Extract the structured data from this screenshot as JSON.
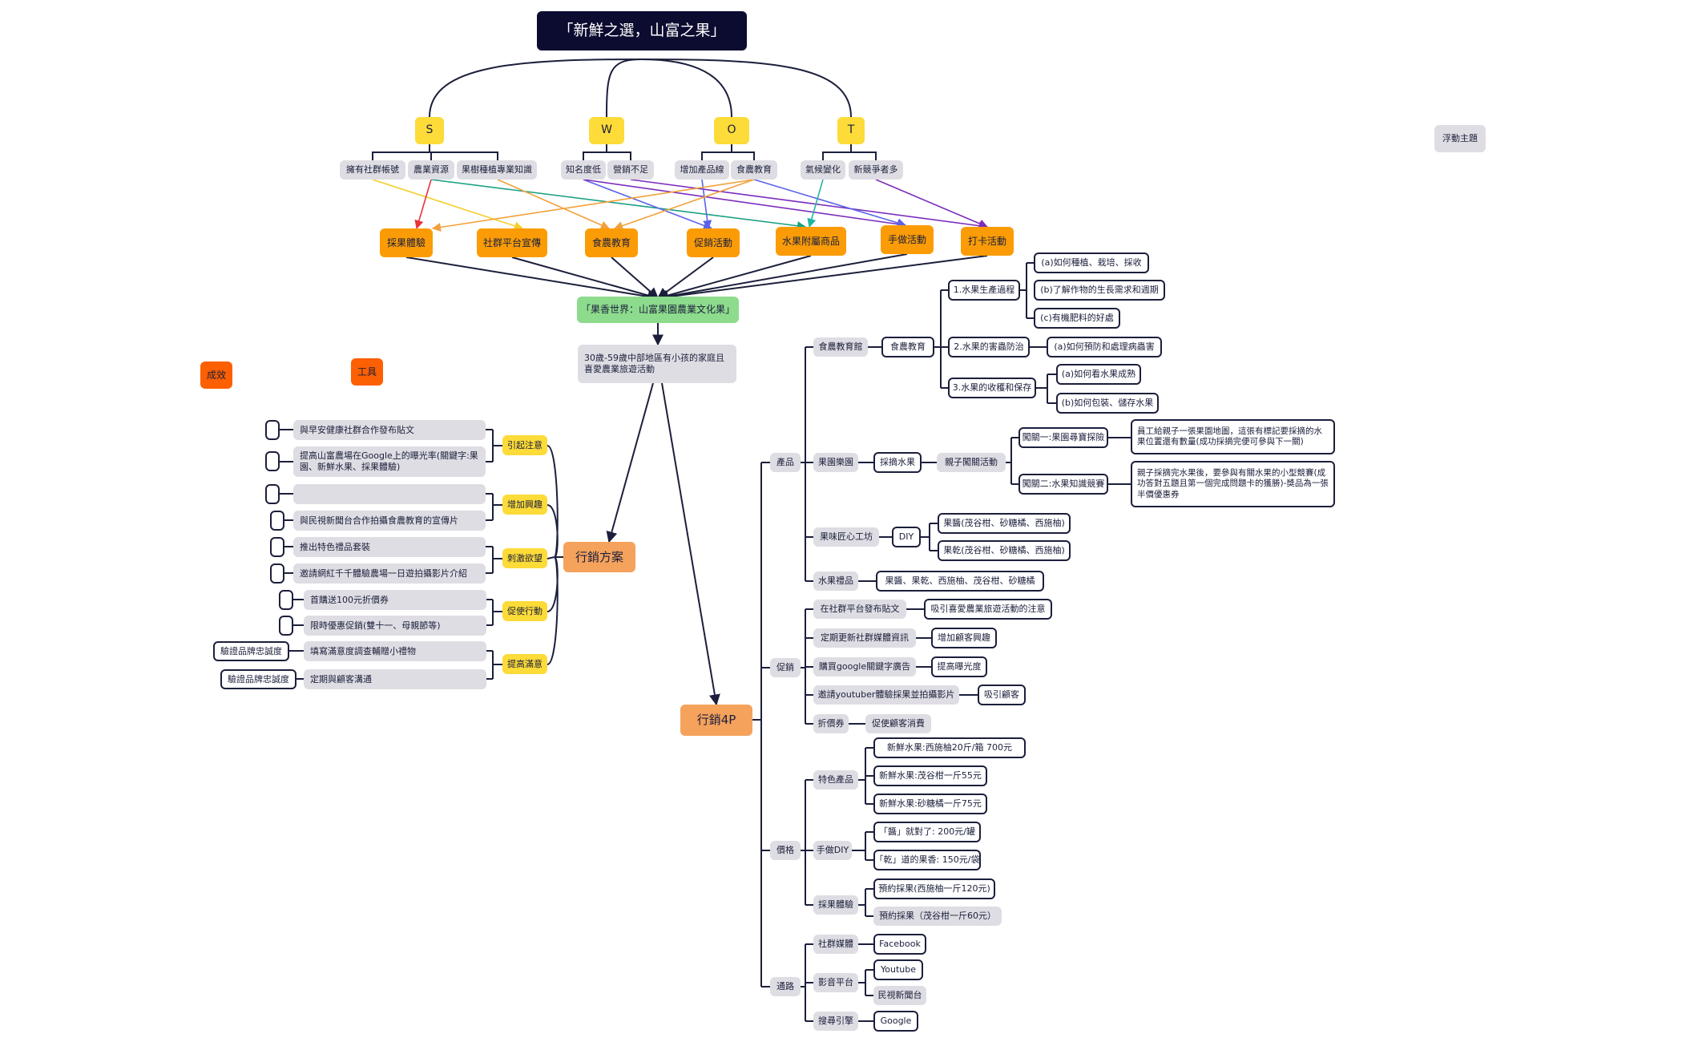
{
  "title": "「新鮮之選，山富之果」",
  "floating_topic": "浮動主題",
  "swot": {
    "s": {
      "label": "S",
      "items": [
        "擁有社群帳號",
        "農業資源",
        "果樹種植專業知識"
      ]
    },
    "w": {
      "label": "W",
      "items": [
        "知名度低",
        "營銷不足"
      ]
    },
    "o": {
      "label": "O",
      "items": [
        "增加產品線",
        "食農教育"
      ]
    },
    "t": {
      "label": "T",
      "items": [
        "氣候變化",
        "新競爭者多"
      ]
    }
  },
  "strategies": [
    "採果體驗",
    "社群平台宣傳",
    "食農教育",
    "促銷活動",
    "水果附屬商品",
    "手做活動",
    "打卡活動"
  ],
  "concept": "「果香世界：山富果園農業文化果」",
  "target": "30歲-59歲中部地區有小孩的家庭且喜愛農業旅遊活動",
  "marketing_plan": "行銷方案",
  "marketing_4p": "行銷4P",
  "legend": {
    "effect": "成效",
    "tool": "工具"
  },
  "plan": {
    "stages": [
      "引起注意",
      "增加興趣",
      "刺激欲望",
      "促使行動",
      "提高滿意"
    ],
    "items": [
      "與早安健康社群合作發布貼文",
      "提高山富農場在Google上的曝光率(關鍵字:果園、新鮮水果、採果體驗)",
      "",
      "與民視新聞台合作拍攝食農教育的宣傳片",
      "推出特色禮品套裝",
      "邀請網紅千千體驗農場一日遊拍攝影片介紹",
      "首購送100元折價券",
      "限時優惠促銷(雙十一、母親節等)",
      "填寫滿意度調查輔贈小禮物",
      "定期與顧客溝通"
    ],
    "effects": [
      "",
      "",
      "",
      "",
      "",
      "",
      "",
      "",
      "驗證品牌忠誠度",
      "驗證品牌忠誠度"
    ]
  },
  "p4": {
    "product": {
      "label": "產品",
      "edu": {
        "label": "食農教育館",
        "child": "食農教育",
        "subs": [
          {
            "label": "1.水果生產過程",
            "items": [
              "(a)如何種植、栽培、採收",
              "(b)了解作物的生長需求和週期",
              "(c)有機肥料的好處"
            ]
          },
          {
            "label": "2.水果的害蟲防治",
            "items": [
              "(a)如何預防和處理病蟲害"
            ]
          },
          {
            "label": "3.水果的收穫和保存",
            "items": [
              "(a)如何看水果成熟",
              "(b)如何包裝、儲存水果"
            ]
          }
        ]
      },
      "garden": {
        "label": "果園樂園",
        "child": "採摘水果",
        "grandchild": "親子闖關活動",
        "levels": [
          {
            "label": "闖關一:果園尋寶探險",
            "detail": "員工給親子一張果園地圖，這張有標記要採摘的水果位置還有數量(成功採摘完便可參與下一關)"
          },
          {
            "label": "闖關二:水果知識競賽",
            "detail": "親子採摘完水果後，要參與有關水果的小型競賽(成功答對五題且第一個完成問題卡的獲勝)-獎品為一張半價優惠券"
          }
        ]
      },
      "diy": {
        "label": "果味匠心工坊",
        "child": "DIY",
        "items": [
          "果醬(茂谷柑、砂糖橘、西施柚)",
          "果乾(茂谷柑、砂糖橘、西施柚)"
        ]
      },
      "gift": {
        "label": "水果禮品",
        "detail": "果醬、果乾、西施柚、茂谷柑、砂糖橘"
      }
    },
    "promotion": {
      "label": "促銷",
      "rows": [
        {
          "label": "在社群平台發布貼文",
          "detail": "吸引喜愛農業旅遊活動的注意"
        },
        {
          "label": "定期更新社群媒體資訊",
          "detail": "增加顧客興趣"
        },
        {
          "label": "購買google關鍵字廣告",
          "detail": "提高曝光度"
        },
        {
          "label": "邀請youtuber體驗採果並拍攝影片",
          "detail": "吸引顧客"
        },
        {
          "label": "折價券",
          "detail": "促使顧客消費"
        }
      ]
    },
    "price": {
      "label": "價格",
      "groups": [
        {
          "label": "特色產品",
          "items": [
            "新鮮水果:西施柚20斤/箱 700元",
            "新鮮水果:茂谷柑一斤55元",
            "新鮮水果:砂糖橘一斤75元"
          ]
        },
        {
          "label": "手做DIY",
          "items": [
            "「醬」就對了: 200元/罐",
            "「乾」道的果香: 150元/袋"
          ]
        },
        {
          "label": "採果體驗",
          "items": [
            "預約採果(西施柚一斤120元)",
            "預約採果（茂谷柑一斤60元）"
          ]
        }
      ]
    },
    "place": {
      "label": "通路",
      "groups": [
        {
          "label": "社群媒體",
          "items": [
            "Facebook"
          ]
        },
        {
          "label": "影音平台",
          "items": [
            "Youtube",
            "民視新聞台"
          ]
        },
        {
          "label": "搜尋引擎",
          "items": [
            "Google"
          ]
        }
      ]
    }
  },
  "colors": {
    "dark": "#1b1f3b",
    "title_bg": "#0c0b30",
    "yellow": "#fddb38",
    "orange": "#fb9c07",
    "hub": "#f5a25c",
    "red_orange": "#fd5f03",
    "green": "#8ddb8d",
    "gray": "#dedde3",
    "arrow_yellow": "#f3cf2c",
    "arrow_red": "#e8343a",
    "arrow_green": "#1aa083",
    "arrow_orange": "#f2a13a",
    "arrow_blue": "#5a63e8",
    "arrow_purple": "#7b2dbd",
    "arrow_teal": "#24b3a3"
  }
}
